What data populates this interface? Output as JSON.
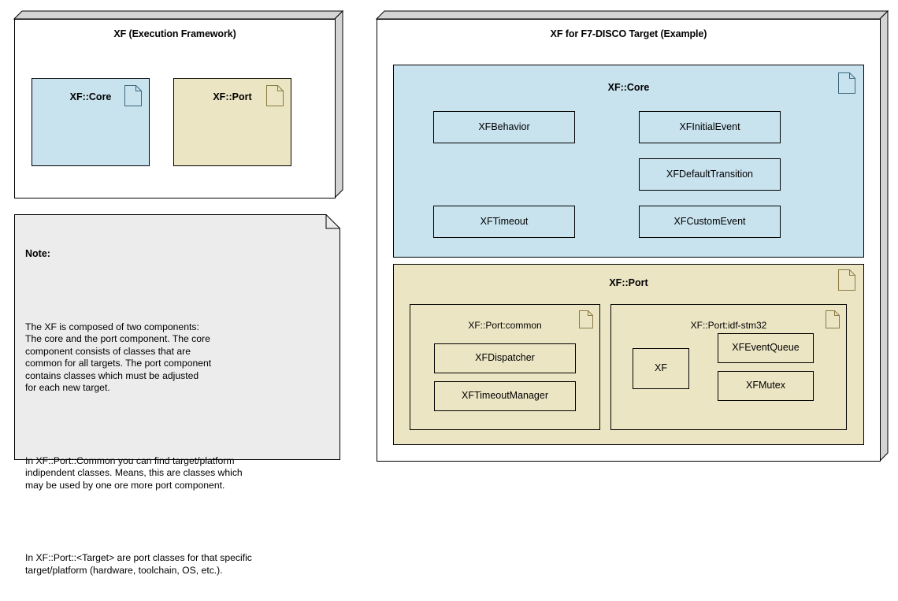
{
  "colors": {
    "core_fill": "#c8e2ee",
    "port_fill": "#ece5c4",
    "note_fill": "#ececec",
    "bevel": "#d4d4d4",
    "stroke": "#000000",
    "page_background": "#ffffff"
  },
  "left_package": {
    "title": "XF (Execution Framework)",
    "components": [
      {
        "label": "XF::Core",
        "icon": "document-icon",
        "fill": "#c8e2ee"
      },
      {
        "label": "XF::Port",
        "icon": "document-icon",
        "fill": "#ece5c4"
      }
    ]
  },
  "note": {
    "title": "Note:",
    "paragraphs": [
      "The XF is composed of two components:\nThe core and the port component. The core\ncomponent consists of classes that are\ncommon for all targets. The port component\ncontains classes which must be adjusted\nfor each new target.",
      "In XF::Port::Common you can find target/platform\nindipendent classes. Means, this are classes which\nmay be used by one ore more port component.",
      "In XF::Port::<Target> are port classes for that specific\ntarget/platform (hardware, toolchain, OS, etc.)."
    ]
  },
  "right_package": {
    "title": "XF for F7-DISCO Target (Example)",
    "core": {
      "label": "XF::Core",
      "icon": "document-icon",
      "fill": "#c8e2ee",
      "classes": [
        {
          "name": "XFBehavior",
          "column": "left",
          "row": 1
        },
        {
          "name": "XFTimeout",
          "column": "left",
          "row": 3
        },
        {
          "name": "XFInitialEvent",
          "column": "right",
          "row": 1
        },
        {
          "name": "XFDefaultTransition",
          "column": "right",
          "row": 2
        },
        {
          "name": "XFCustomEvent",
          "column": "right",
          "row": 3
        }
      ]
    },
    "port": {
      "label": "XF::Port",
      "icon": "document-icon",
      "fill": "#ece5c4",
      "subcomponents": [
        {
          "label": "XF::Port:common",
          "icon": "document-icon",
          "classes": [
            {
              "name": "XFDispatcher"
            },
            {
              "name": "XFTimeoutManager"
            }
          ]
        },
        {
          "label": "XF::Port:idf-stm32",
          "icon": "document-icon",
          "classes": [
            {
              "name": "XF"
            },
            {
              "name": "XFEventQueue"
            },
            {
              "name": "XFMutex"
            }
          ]
        }
      ]
    }
  }
}
